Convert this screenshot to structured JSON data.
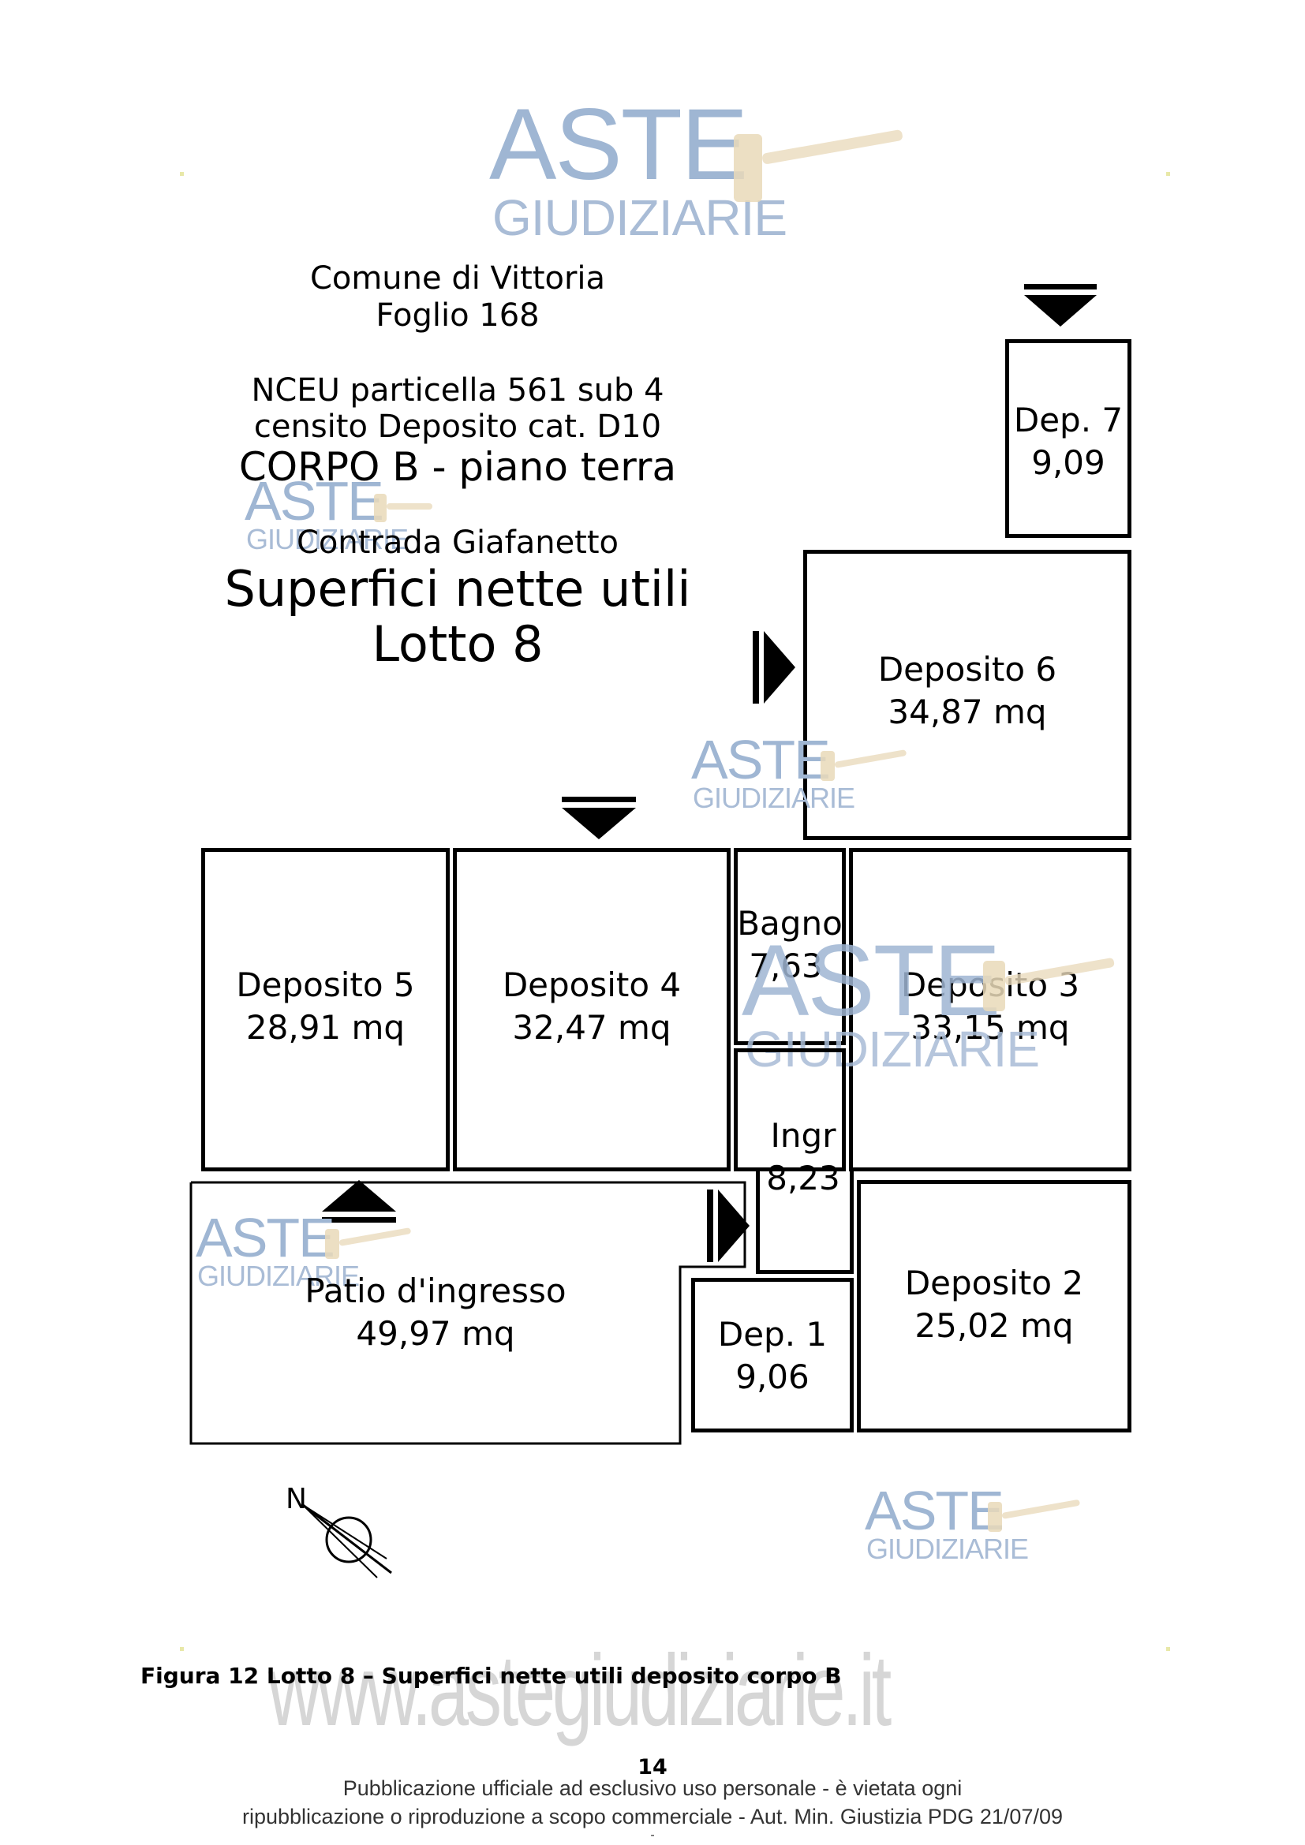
{
  "watermark": {
    "aste": "ASTE",
    "giudiziarie": "GIUDIZIARIE",
    "site": "www.astegiudiziarie.it"
  },
  "header": {
    "comune": "Comune di Vittoria",
    "foglio": "Foglio 168",
    "nceu": "NCEU particella 561 sub 4",
    "censito": "censito Deposito cat. D10",
    "corpo": "CORPO B - piano terra",
    "contrada": "Contrada Giafanetto",
    "superfici": "Superfici nette utili",
    "lotto": "Lotto 8"
  },
  "rooms": {
    "dep7": {
      "name": "Dep. 7",
      "area": "9,09"
    },
    "dep6": {
      "name": "Deposito 6",
      "area": "34,87 mq"
    },
    "dep5": {
      "name": "Deposito 5",
      "area": "28,91 mq"
    },
    "dep4": {
      "name": "Deposito 4",
      "area": "32,47 mq"
    },
    "bagno": {
      "name": "Bagno",
      "area": "7,63"
    },
    "dep3": {
      "name": "Deposito 3",
      "area": "33,15 mq"
    },
    "ingr": {
      "name": "Ingr",
      "area": "8,23"
    },
    "patio": {
      "name": "Patio d'ingresso",
      "area": "49,97 mq"
    },
    "dep1": {
      "name": "Dep. 1",
      "area": "9,06"
    },
    "dep2": {
      "name": "Deposito 2",
      "area": "25,02 mq"
    }
  },
  "compass": {
    "label": "N"
  },
  "caption": "Figura 12 Lotto 8 – Superfici nette utili deposito corpo B",
  "page_number": "14",
  "footer": {
    "line1": "Pubblicazione ufficiale ad esclusivo uso personale - è vietata ogni",
    "line2": "ripubblicazione o riproduzione a scopo commerciale - Aut. Min. Giustizia PDG 21/07/09",
    "line3": "-"
  }
}
